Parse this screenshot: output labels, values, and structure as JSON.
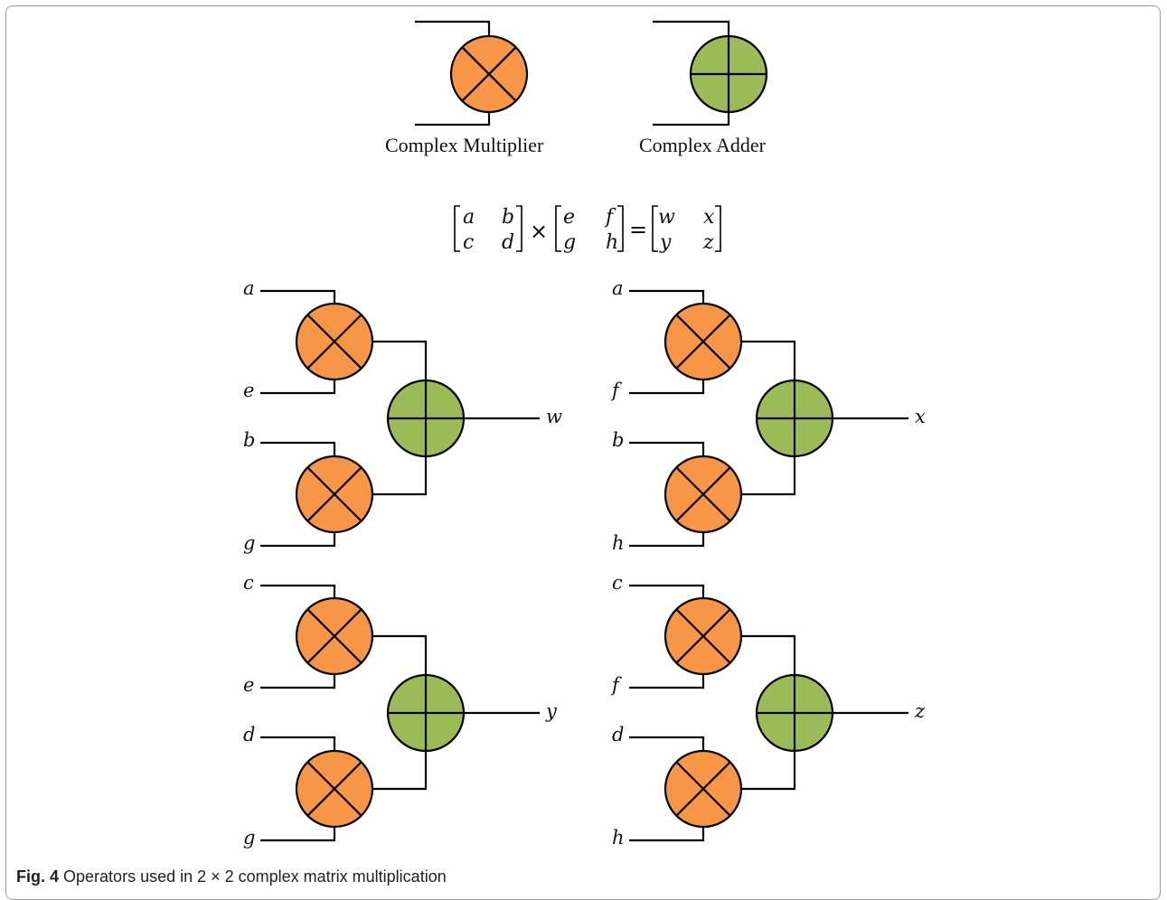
{
  "legend": {
    "multiplier_label": "Complex Multiplier",
    "adder_label": "Complex Adder"
  },
  "equation": {
    "m1": [
      [
        "a",
        "b"
      ],
      [
        "c",
        "d"
      ]
    ],
    "m2": [
      [
        "e",
        "f"
      ],
      [
        "g",
        "h"
      ]
    ],
    "m3": [
      [
        "w",
        "x"
      ],
      [
        "y",
        "z"
      ]
    ],
    "times": "×",
    "equals": "="
  },
  "circuits": [
    {
      "inputs": [
        "a",
        "e",
        "b",
        "g"
      ],
      "output": "w"
    },
    {
      "inputs": [
        "a",
        "f",
        "b",
        "h"
      ],
      "output": "x"
    },
    {
      "inputs": [
        "c",
        "e",
        "d",
        "g"
      ],
      "output": "y"
    },
    {
      "inputs": [
        "c",
        "f",
        "d",
        "h"
      ],
      "output": "z"
    }
  ],
  "colors": {
    "multiplier": "#F79646",
    "adder": "#9BBB59",
    "stroke": "#000000"
  },
  "caption": {
    "label": "Fig. 4",
    "text": "Operators used in 2 × 2 complex matrix multiplication"
  }
}
